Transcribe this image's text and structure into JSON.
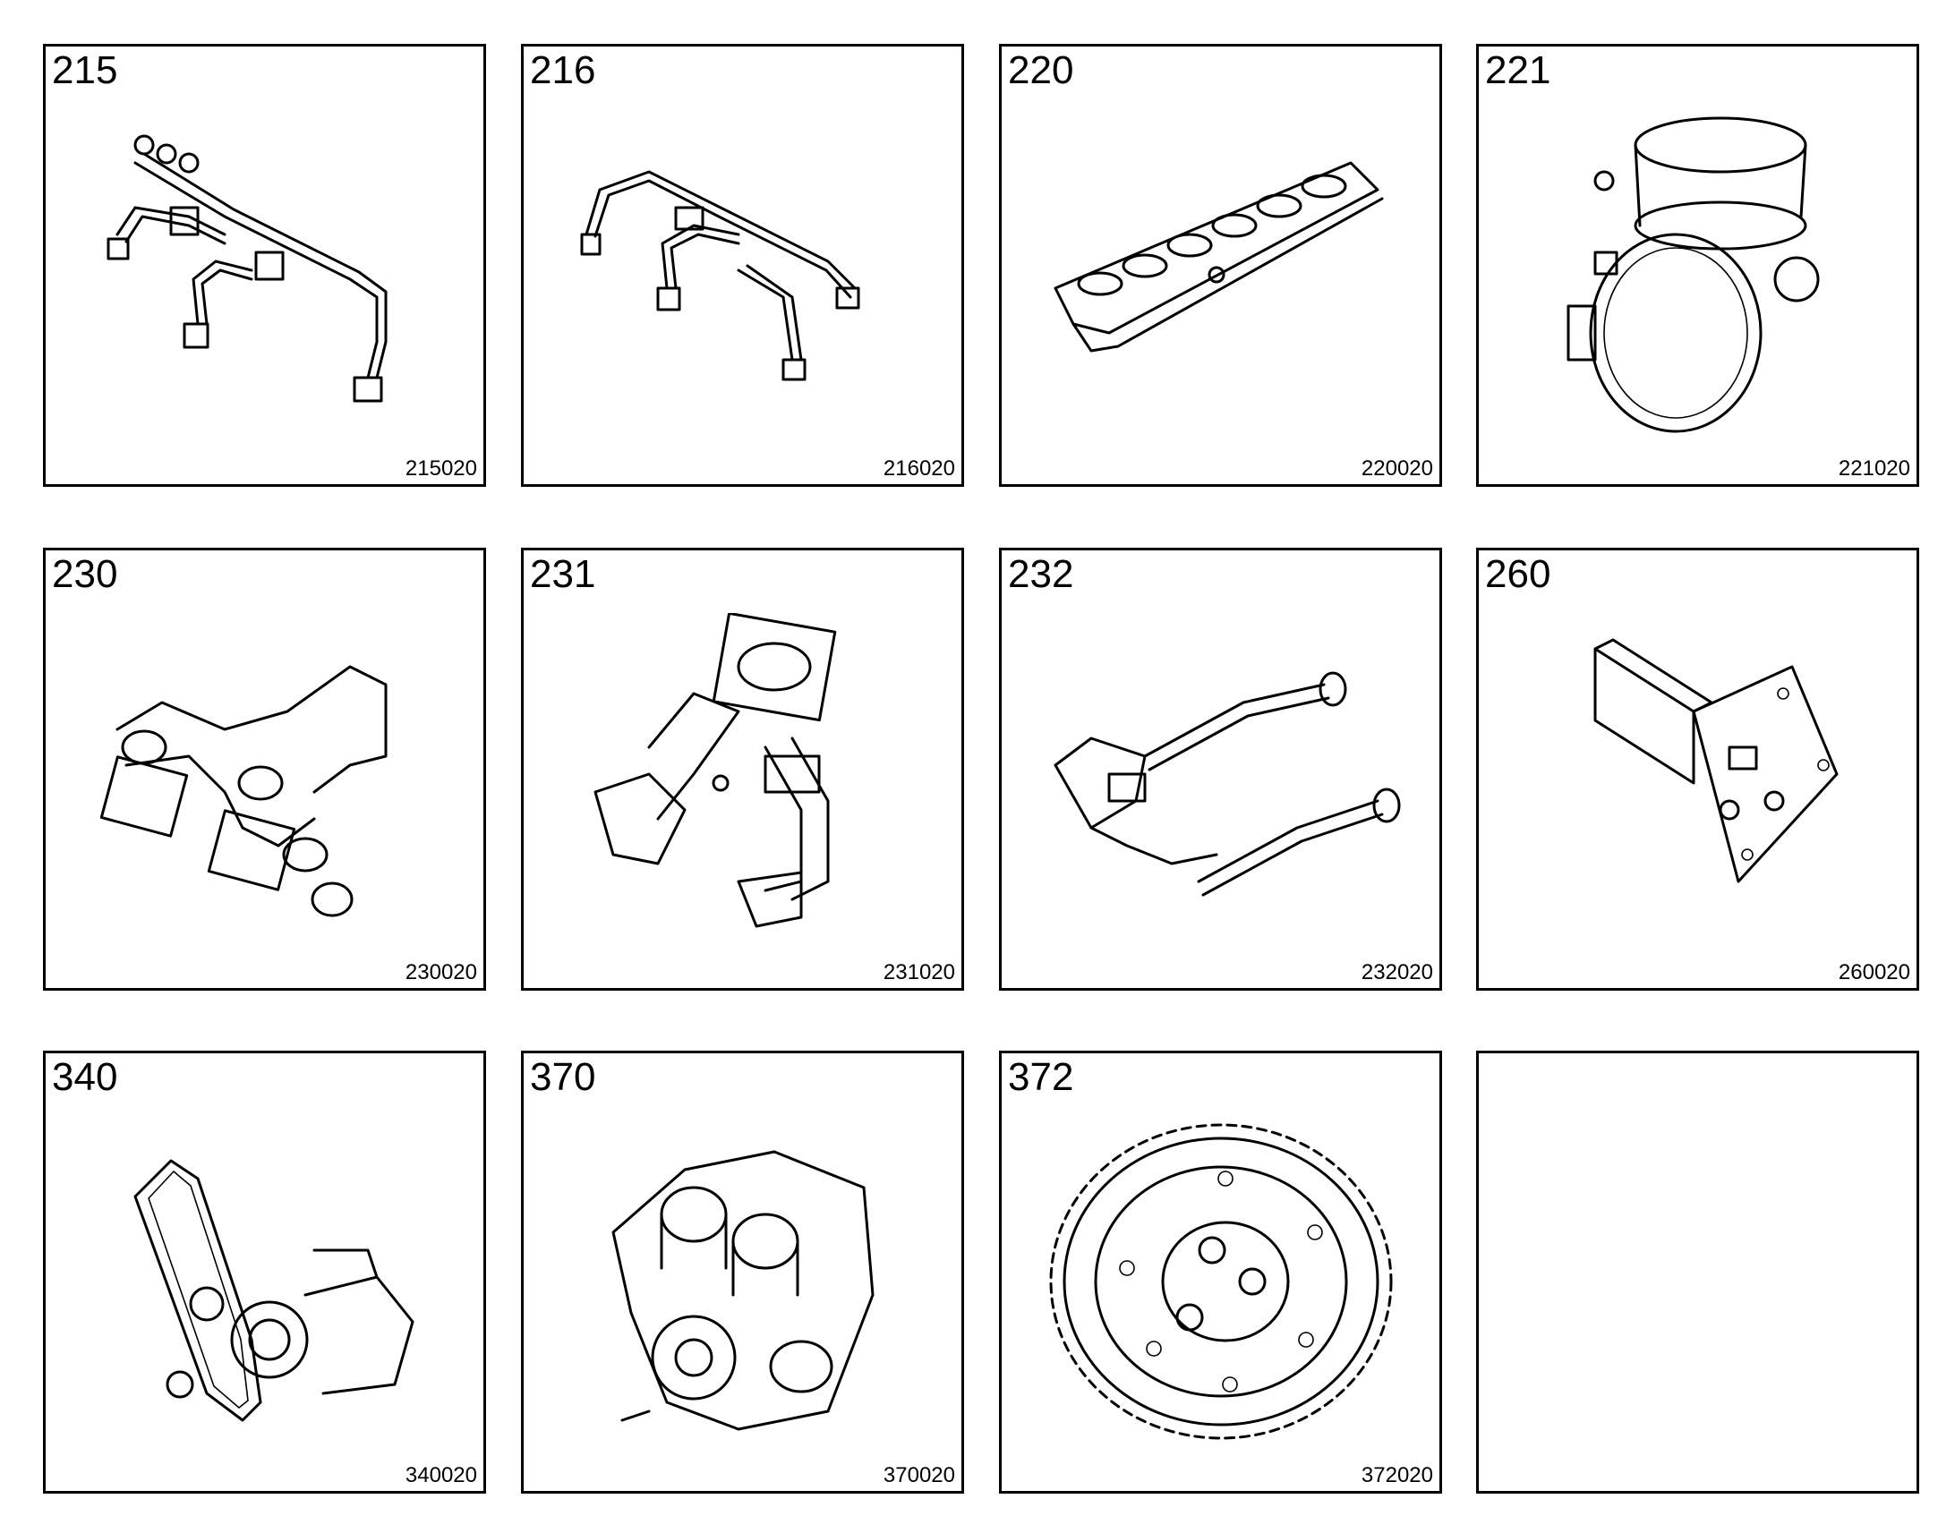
{
  "panels": [
    {
      "number": "215",
      "code": "215020",
      "icon": "fuel-injection-lines-icon"
    },
    {
      "number": "216",
      "code": "216020",
      "icon": "fuel-lines-icon"
    },
    {
      "number": "220",
      "code": "220020",
      "icon": "rocker-arm-assembly-icon"
    },
    {
      "number": "221",
      "code": "221020",
      "icon": "air-elbow-icon"
    },
    {
      "number": "230",
      "code": "230020",
      "icon": "intake-manifold-assembly-icon"
    },
    {
      "number": "231",
      "code": "231020",
      "icon": "intake-manifold-icon"
    },
    {
      "number": "232",
      "code": "232020",
      "icon": "manifold-pipes-icon"
    },
    {
      "number": "260",
      "code": "260020",
      "icon": "sensor-plate-icon"
    },
    {
      "number": "340",
      "code": "340020",
      "icon": "belt-drive-icon"
    },
    {
      "number": "370",
      "code": "370020",
      "icon": "pump-housing-icon"
    },
    {
      "number": "372",
      "code": "372020",
      "icon": "gear-wheel-icon"
    },
    {
      "number": "",
      "code": "",
      "icon": ""
    }
  ]
}
